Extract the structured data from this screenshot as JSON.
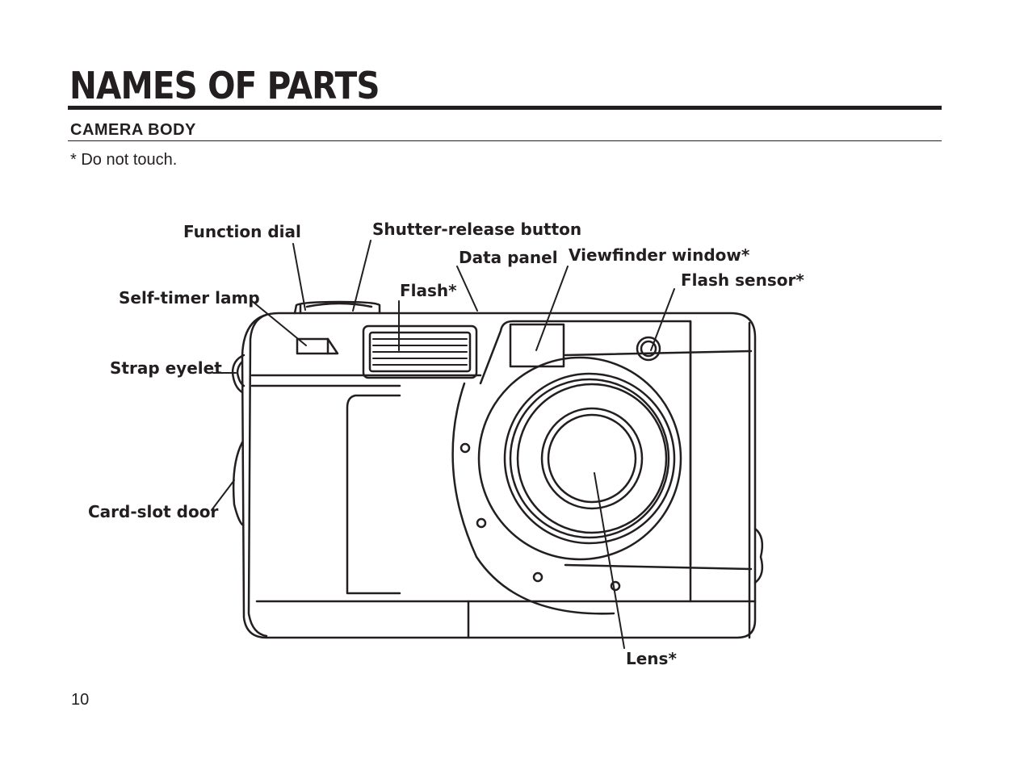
{
  "page": {
    "title": "NAMES OF PARTS",
    "section": "CAMERA BODY",
    "note": "* Do not touch.",
    "page_number": "10"
  },
  "diagram": {
    "labels": {
      "function_dial": "Function dial",
      "shutter_release_button": "Shutter-release button",
      "data_panel": "Data panel",
      "viewfinder_window": "Viewfinder window*",
      "flash_sensor": "Flash sensor*",
      "self_timer_lamp": "Self-timer lamp",
      "flash": "Flash*",
      "strap_eyelet": "Strap eyelet",
      "card_slot_door": "Card-slot door",
      "lens": "Lens*"
    }
  }
}
